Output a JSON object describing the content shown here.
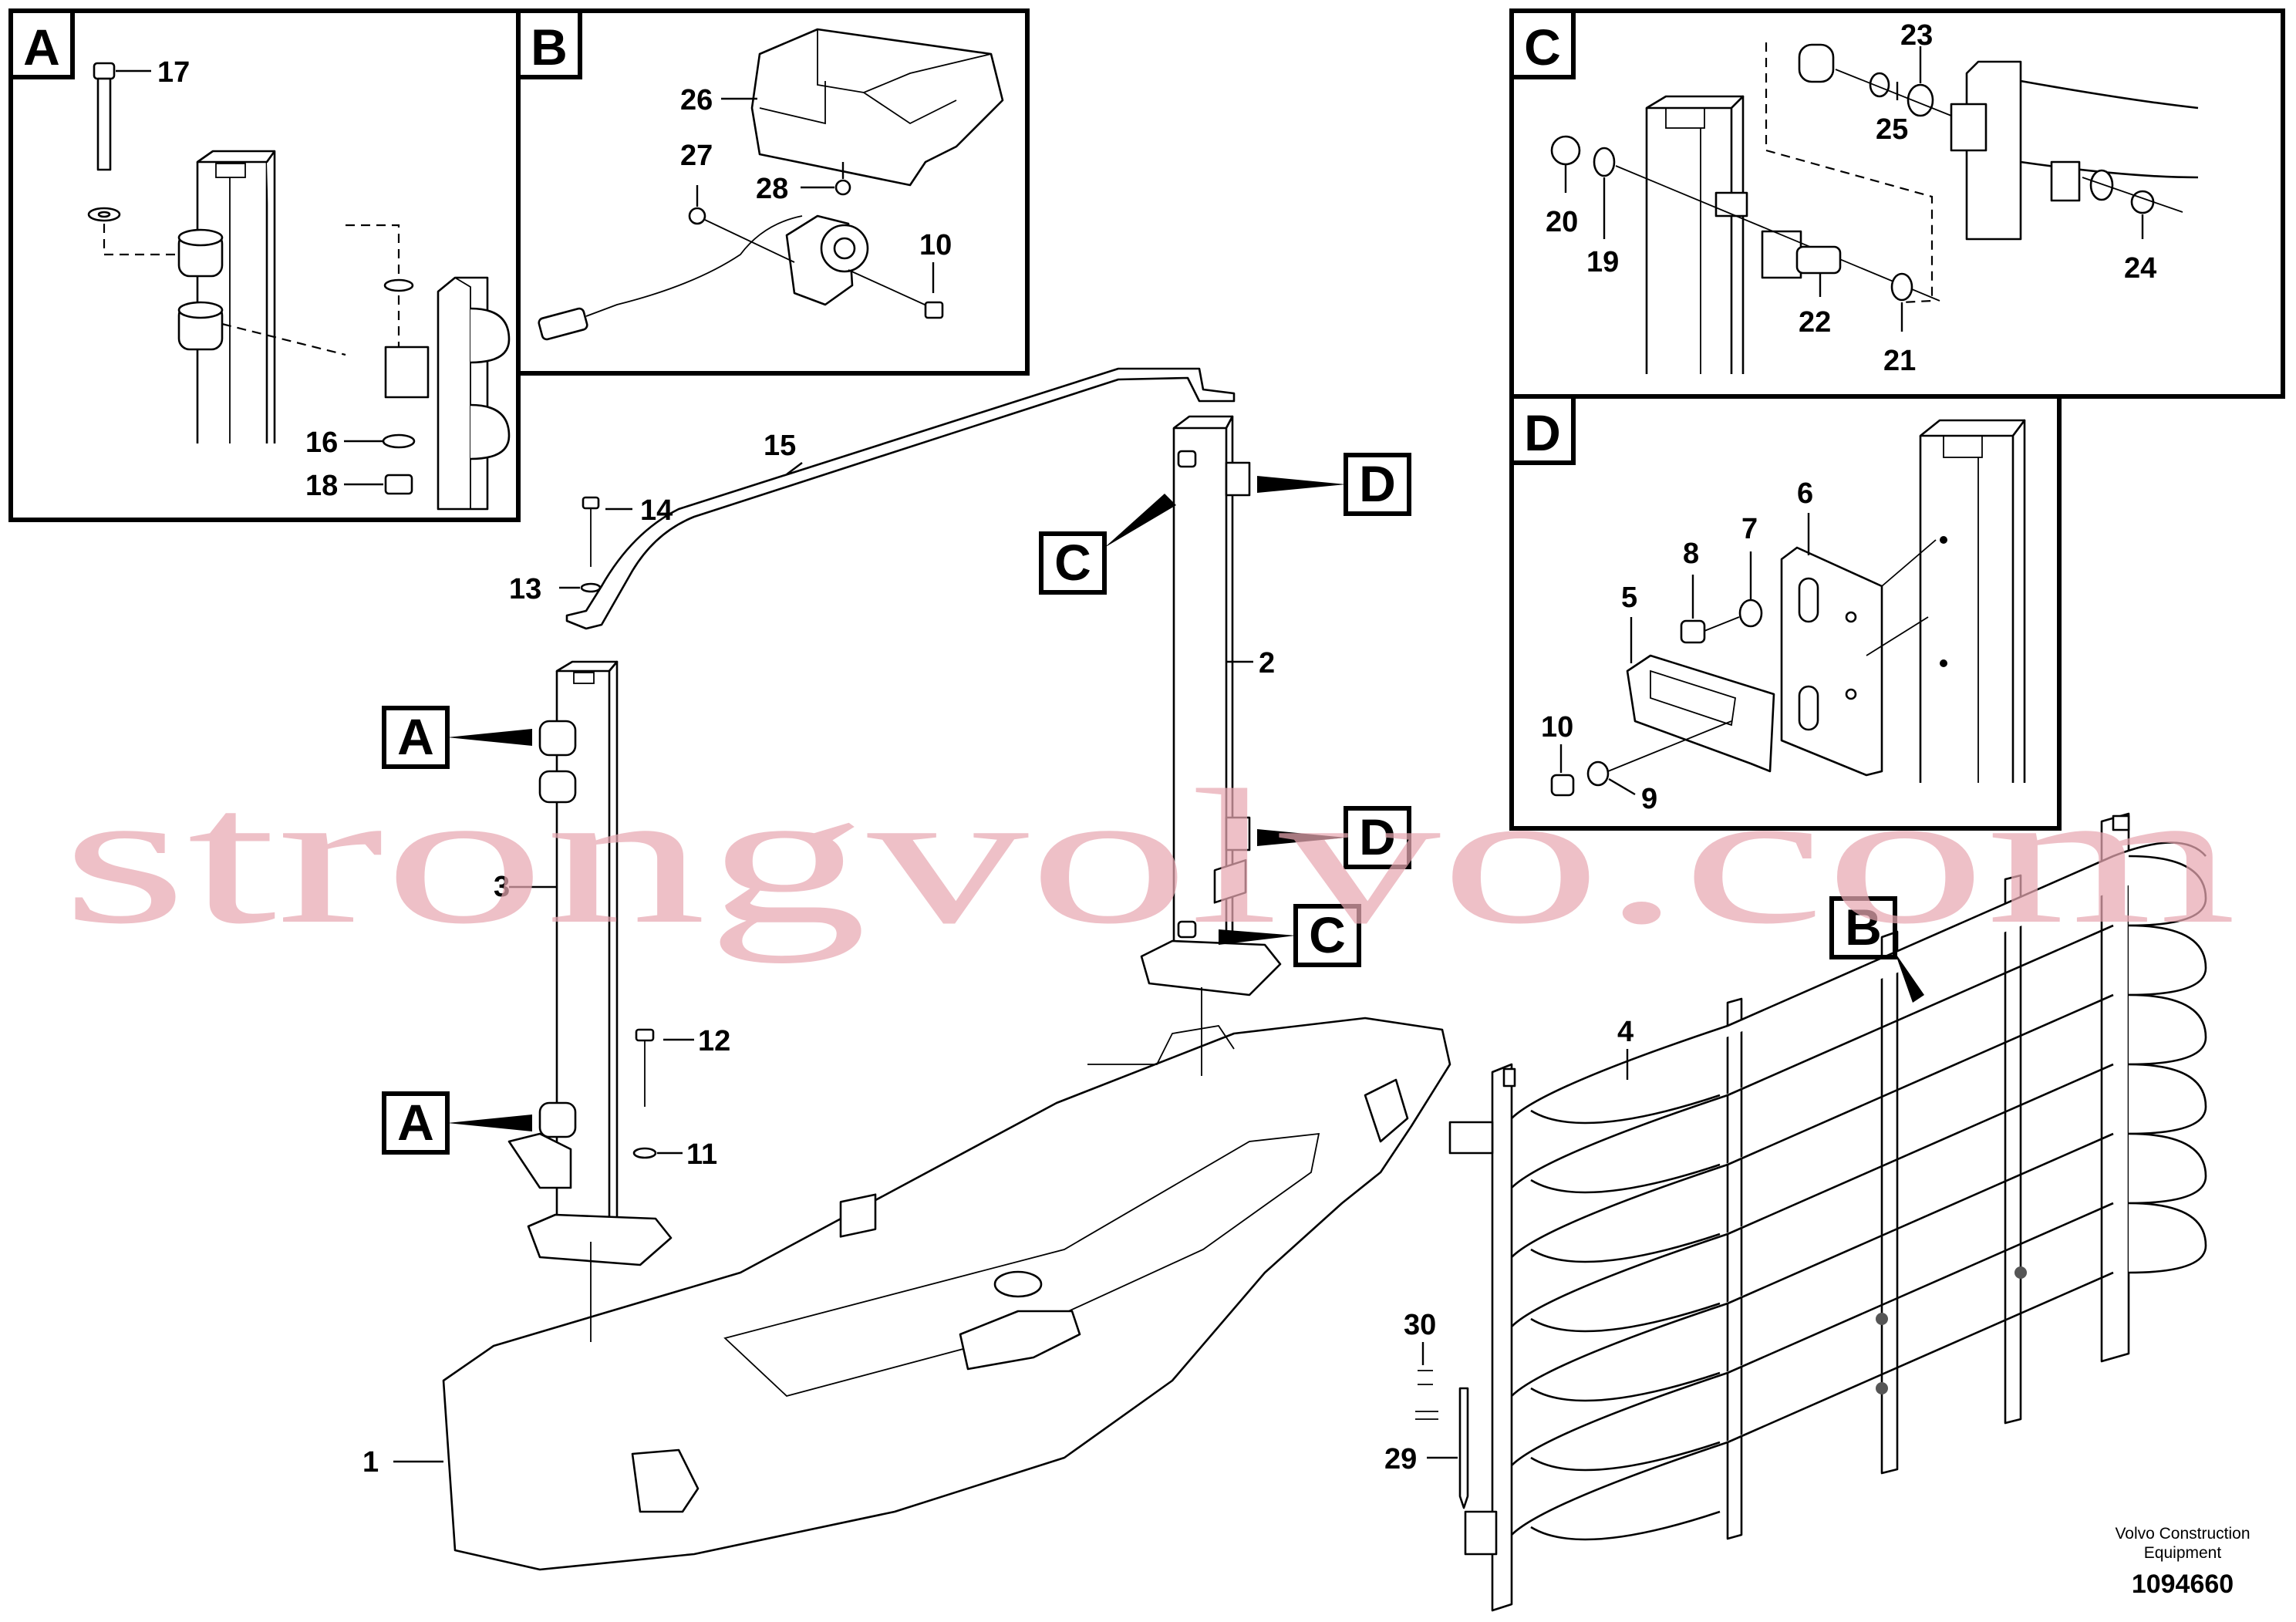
{
  "callouts": {
    "n1": "1",
    "n2": "2",
    "n3": "3",
    "n4": "4",
    "n5": "5",
    "n6": "6",
    "n7": "7",
    "n8": "8",
    "n9": "9",
    "n10a": "10",
    "n10b": "10",
    "n11": "11",
    "n12": "12",
    "n13": "13",
    "n14": "14",
    "n15": "15",
    "n16": "16",
    "n17": "17",
    "n18": "18",
    "n19": "19",
    "n20": "20",
    "n21": "21",
    "n22": "22",
    "n23": "23",
    "n24": "24",
    "n25": "25",
    "n26": "26",
    "n27": "27",
    "n28": "28",
    "n29": "29",
    "n30": "30"
  },
  "detail_labels": {
    "a": "A",
    "b": "B",
    "c": "C",
    "d": "D",
    "ref_a1": "A",
    "ref_a2": "A",
    "ref_b": "B",
    "ref_c1": "C",
    "ref_c2": "C",
    "ref_d1": "D",
    "ref_d2": "D"
  },
  "footer": {
    "company_line1": "Volvo Construction",
    "company_line2": "Equipment",
    "drawing_number": "1094660"
  },
  "watermark": "strongvolvo.com"
}
